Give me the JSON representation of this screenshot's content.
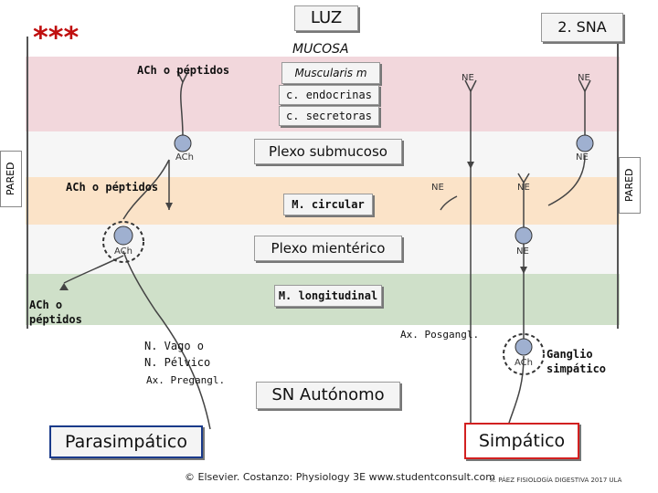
{
  "title": {
    "luz": "LUZ",
    "mucosa": "MUCOSA",
    "stars": "***"
  },
  "sna_box": "2. SNA",
  "wall_label": "PARED",
  "layers": {
    "muscularis_m": "Muscularis m",
    "endocrinas": "c. endocrinas",
    "secretoras": "c. secretoras",
    "plexo_submucoso": "Plexo submucoso",
    "m_circular": "M. circular",
    "plexo_mienterico": "Plexo mientérico",
    "m_longitudinal": "M. longitudinal"
  },
  "labels": {
    "ach_peptidos_top": "ACh o péptidos",
    "ach_peptidos_mid": "ACh o péptidos",
    "ach_peptidos_low": "ACh o\npéptidos",
    "ach": "ACh",
    "ne": "NE",
    "nervio_vago": "N. Vago o",
    "nervio_pelvico": "N. Pélvico",
    "ax_pregangl": "Ax. Pregangl.",
    "ax_posgangl": "Ax. Posgangl.",
    "ganglio": "Ganglio\nsimpático",
    "sn_autonomo": "SN Autónomo",
    "parasimpatico": "Parasimpático",
    "simpatico": "Simpático"
  },
  "footer": {
    "credit": "© Elsevier. Costanzo: Physiology 3E www.studentconsult.com",
    "author": "X. PÁEZ FISIOLOGÍA DIGESTIVA 2017 ULA"
  },
  "colors": {
    "mucosa_band": "#f2d7dc",
    "circular_band": "#fbe3c8",
    "longitudinal_band": "#cfe0c9",
    "neuron": "#9fb0d0",
    "simpatico_border": "#d22020"
  }
}
